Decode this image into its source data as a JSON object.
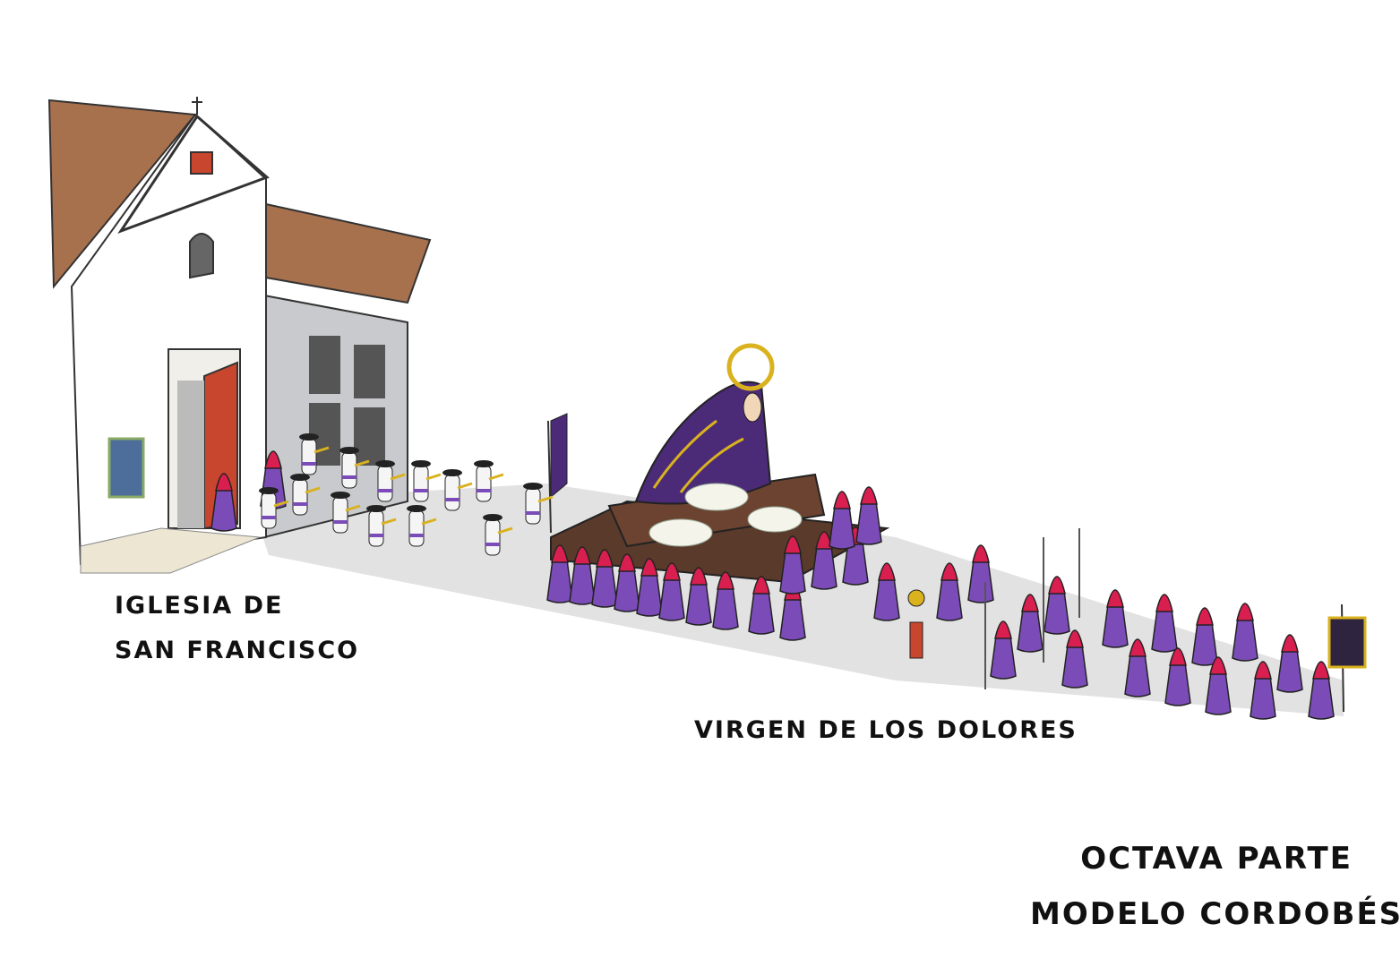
{
  "labels": {
    "church_line1": "IGLESIA DE",
    "church_line2": "SAN FRANCISCO",
    "virgin": "VIRGEN DE LOS DOLORES",
    "part_line1": "OCTAVA PARTE",
    "part_line2": "MODELO CORDOBÉS"
  },
  "colors": {
    "roof": "#a8714e",
    "wall": "#ffffff",
    "side_wall": "#c9cacd",
    "door": "#c8452e",
    "robe": "#7b4cb8",
    "hood": "#d81f4f",
    "mantle": "#4b2a78",
    "gold": "#d9b21e",
    "platform": "#5a3a2a",
    "shadow": "#d6d6d6"
  }
}
